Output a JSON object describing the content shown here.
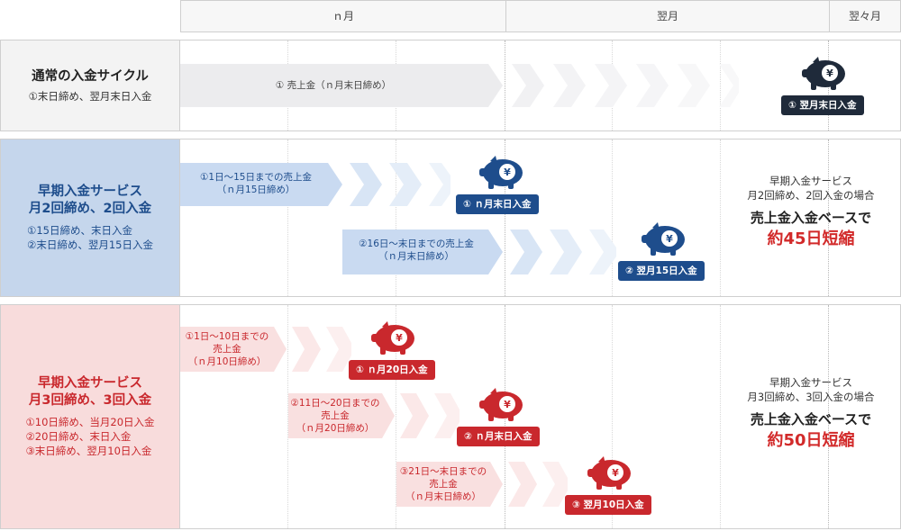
{
  "header": {
    "col1": "ｎ月",
    "col2": "翌月",
    "col3": "翌々月"
  },
  "colors": {
    "navy": "#1e4d8c",
    "red": "#c9282d",
    "gray_badge": "#1f2a3a",
    "blue_label_bg": "#c5d6ec",
    "pink_label_bg": "#f8dcdc",
    "gray_label_bg": "#f3f3f3"
  },
  "normal": {
    "title": "通常の入金サイクル",
    "sub1": "①末日締め、翌月末日入金",
    "arrow_text": "① 売上金（ｎ月末日締め）",
    "badge": "① 翌月末日入金",
    "icon": "piggy-bank-yen-icon"
  },
  "two": {
    "title1": "早期入金サービス",
    "title2": "月2回締め、2回入金",
    "sub1": "①15日締め、末日入金",
    "sub2": "②末日締め、翌月15日入金",
    "a1_line1": "①1日〜15日までの売上金",
    "a1_line2": "（ｎ月15日締め）",
    "b1": "① ｎ月末日入金",
    "a2_line1": "②16日〜末日までの売上金",
    "a2_line2": "（ｎ月末日締め）",
    "b2": "② 翌月15日入金",
    "note1": "早期入金サービス",
    "note2": "月2回締め、2回入金の場合",
    "note3": "売上金入金ベースで",
    "note4": "約45日短縮"
  },
  "three": {
    "title1": "早期入金サービス",
    "title2": "月3回締め、3回入金",
    "sub1": "①10日締め、当月20日入金",
    "sub2": "②20日締め、末日入金",
    "sub3": "③末日締め、翌月10日入金",
    "a1_line1": "①1日〜10日までの",
    "a1_line2": "売上金",
    "a1_line3": "（ｎ月10日締め）",
    "b1": "① ｎ月20日入金",
    "a2_line1": "②11日〜20日までの",
    "a2_line2": "売上金",
    "a2_line3": "（ｎ月20日締め）",
    "b2": "② ｎ月末日入金",
    "a3_line1": "③21日〜末日までの",
    "a3_line2": "売上金",
    "a3_line3": "（ｎ月末日締め）",
    "b3": "③ 翌月10日入金",
    "note1": "早期入金サービス",
    "note2": "月3回締め、3回入金の場合",
    "note3": "売上金入金ベースで",
    "note4": "約50日短縮"
  }
}
